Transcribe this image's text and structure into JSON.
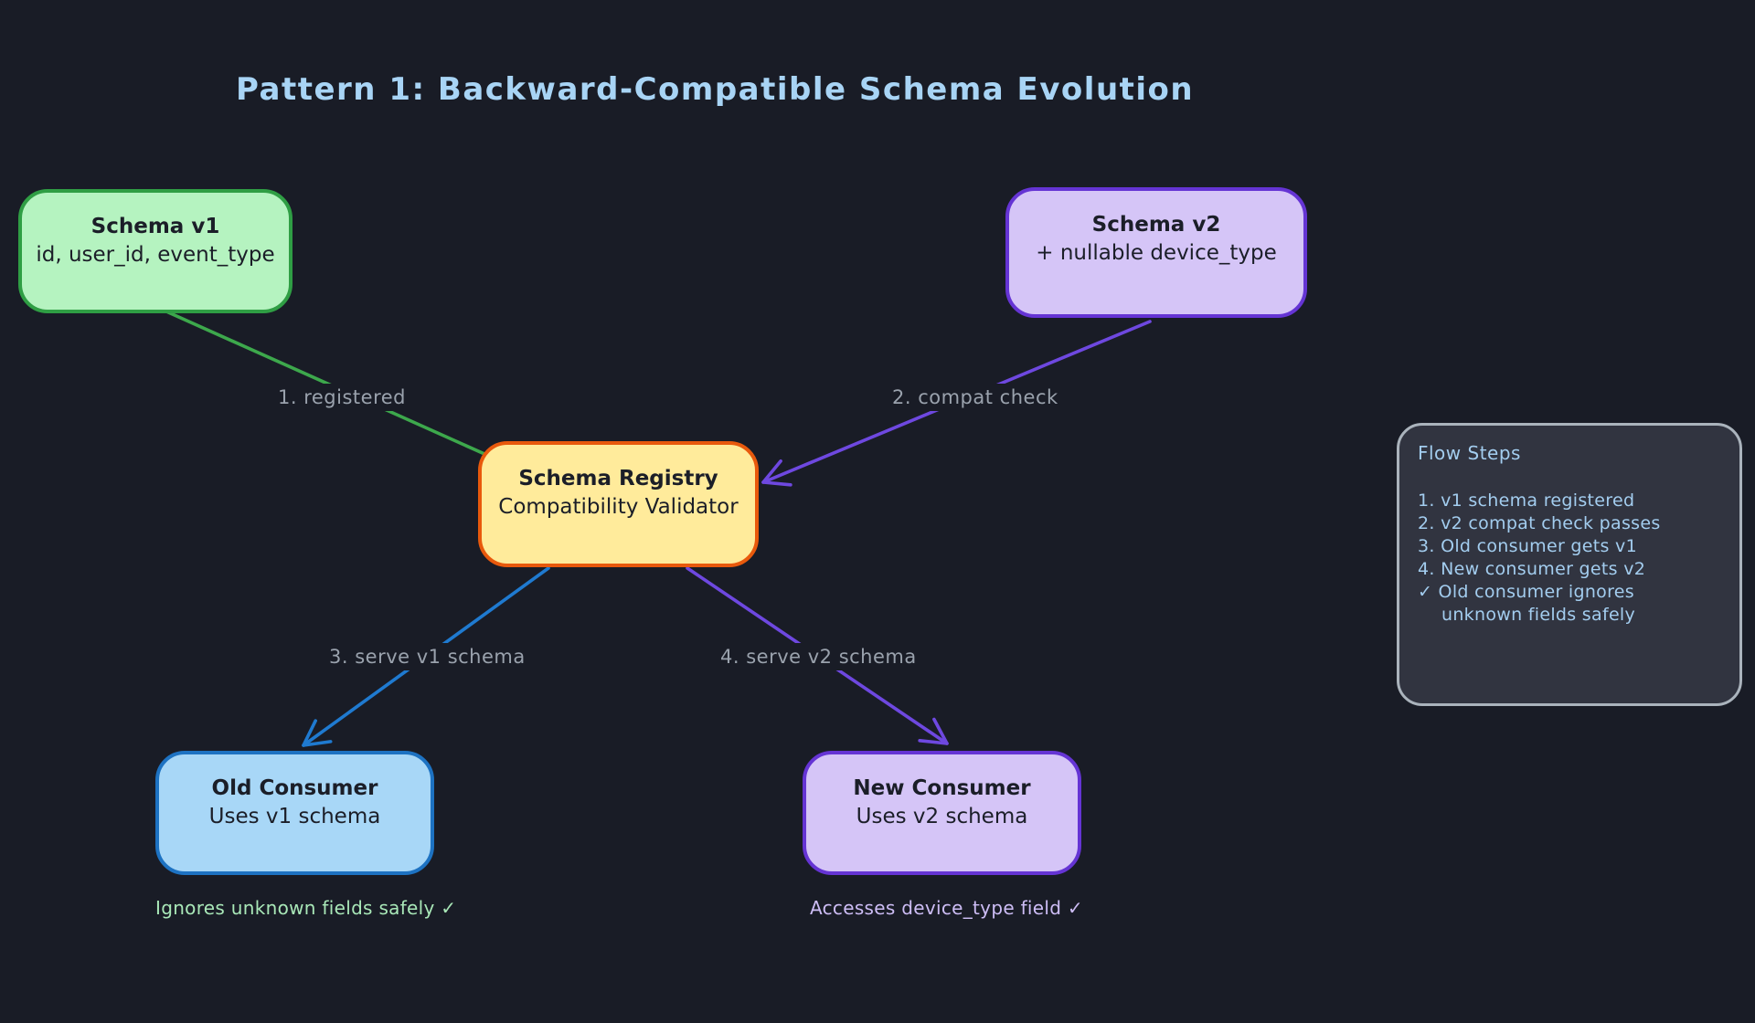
{
  "canvas": {
    "background": "#191c26"
  },
  "title": {
    "text": "Pattern 1: Backward-Compatible Schema Evolution",
    "color": "#a8d4f5"
  },
  "nodes": {
    "schema_v1": {
      "line1": "Schema v1",
      "line2": "id, user_id, event_type",
      "fill": "#b5f3c0",
      "border": "#2f9e44"
    },
    "schema_v2": {
      "line1": "Schema v2",
      "line2": "+ nullable device_type",
      "fill": "#d5c5f7",
      "border": "#6534d4"
    },
    "registry": {
      "line1": "Schema Registry",
      "line2": "Compatibility Validator",
      "fill": "#ffeb9b",
      "border": "#e8590c"
    },
    "old_consumer": {
      "line1": "Old Consumer",
      "line2": "Uses v1 schema",
      "fill": "#a8d7f7",
      "border": "#1d72c2"
    },
    "new_consumer": {
      "line1": "New Consumer",
      "line2": "Uses v2 schema",
      "fill": "#d5c5f7",
      "border": "#6534d4"
    }
  },
  "edges": {
    "registered": {
      "label": "1. registered",
      "color": "#3da84c"
    },
    "compat_check": {
      "label": "2. compat check",
      "color": "#6e48e0"
    },
    "serve_v1": {
      "label": "3. serve v1 schema",
      "color": "#1f7ad0"
    },
    "serve_v2": {
      "label": "4. serve v2 schema",
      "color": "#6e48e0"
    }
  },
  "captions": {
    "old_consumer": {
      "text": "Ignores unknown fields safely ✓",
      "color": "#a9e8b8"
    },
    "new_consumer": {
      "text": "Accesses device_type field ✓",
      "color": "#cdbdf5"
    }
  },
  "flow_panel": {
    "title": "Flow Steps",
    "steps": [
      "1. v1 schema registered",
      "2. v2 compat check passes",
      "3. Old consumer gets v1",
      "4. New consumer gets v2",
      "✓ Old consumer ignores",
      "unknown fields safely"
    ]
  }
}
